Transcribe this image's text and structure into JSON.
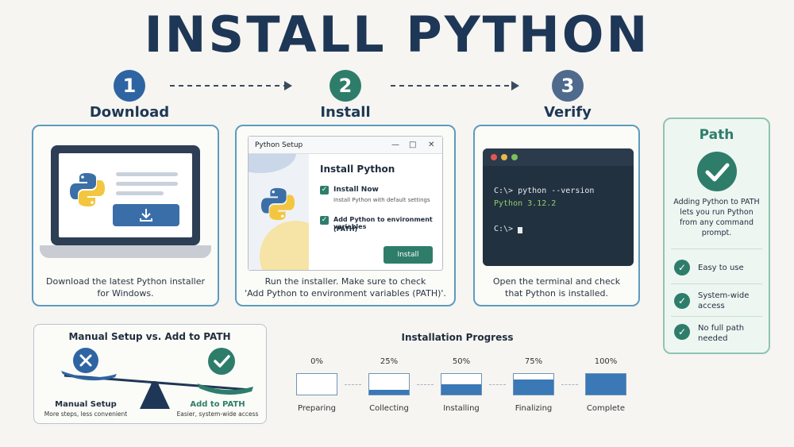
{
  "title": "INSTALL PYTHON",
  "steps": [
    {
      "number": "1",
      "label": "Download",
      "color": "#2f64a3"
    },
    {
      "number": "2",
      "label": "Install",
      "color": "#2e7d6b"
    },
    {
      "number": "3",
      "label": "Verify",
      "color": "#4f6a8c"
    }
  ],
  "download": {
    "caption_line1": "Download the latest Python installer",
    "caption_line2": "for Windows."
  },
  "setup_window": {
    "title": "Python Setup",
    "heading": "Install Python",
    "option1_title": "Install Now",
    "option1_sub": "Install Python with default settings",
    "option2_title_line1": "Add Python to environment variables",
    "option2_title_line2": "(PATH)",
    "button": "Install",
    "caption_line1": "Run the installer. Make sure to check",
    "caption_line2": "'Add Python to environment variables (PATH)'."
  },
  "terminal": {
    "command": "C:\\> python --version",
    "output": "Python 3.12.2",
    "prompt": "C:\\> ",
    "caption_line1": "Open the terminal and check",
    "caption_line2": "that Python is installed."
  },
  "path_card": {
    "title": "Path",
    "desc_line1": "Adding Python to PATH",
    "desc_line2": "lets you run Python",
    "desc_line3": "from any command",
    "desc_line4": "prompt.",
    "features": [
      {
        "line1": "Easy to use",
        "line2": ""
      },
      {
        "line1": "System-wide",
        "line2": "access"
      },
      {
        "line1": "No full path",
        "line2": "needed"
      }
    ]
  },
  "comparison": {
    "title": "Manual Setup vs. Add to PATH",
    "left_title": "Manual Setup",
    "left_sub": "More steps, less convenient",
    "right_title": "Add to PATH",
    "right_sub": "Easier, system-wide access"
  },
  "progress": {
    "title": "Installation Progress",
    "stages": [
      {
        "pct": "0%",
        "label": "Preparing",
        "fill": 0
      },
      {
        "pct": "25%",
        "label": "Collecting",
        "fill": 0.25
      },
      {
        "pct": "50%",
        "label": "Installing",
        "fill": 0.5
      },
      {
        "pct": "75%",
        "label": "Finalizing",
        "fill": 0.75
      },
      {
        "pct": "100%",
        "label": "Complete",
        "fill": 1
      }
    ]
  }
}
